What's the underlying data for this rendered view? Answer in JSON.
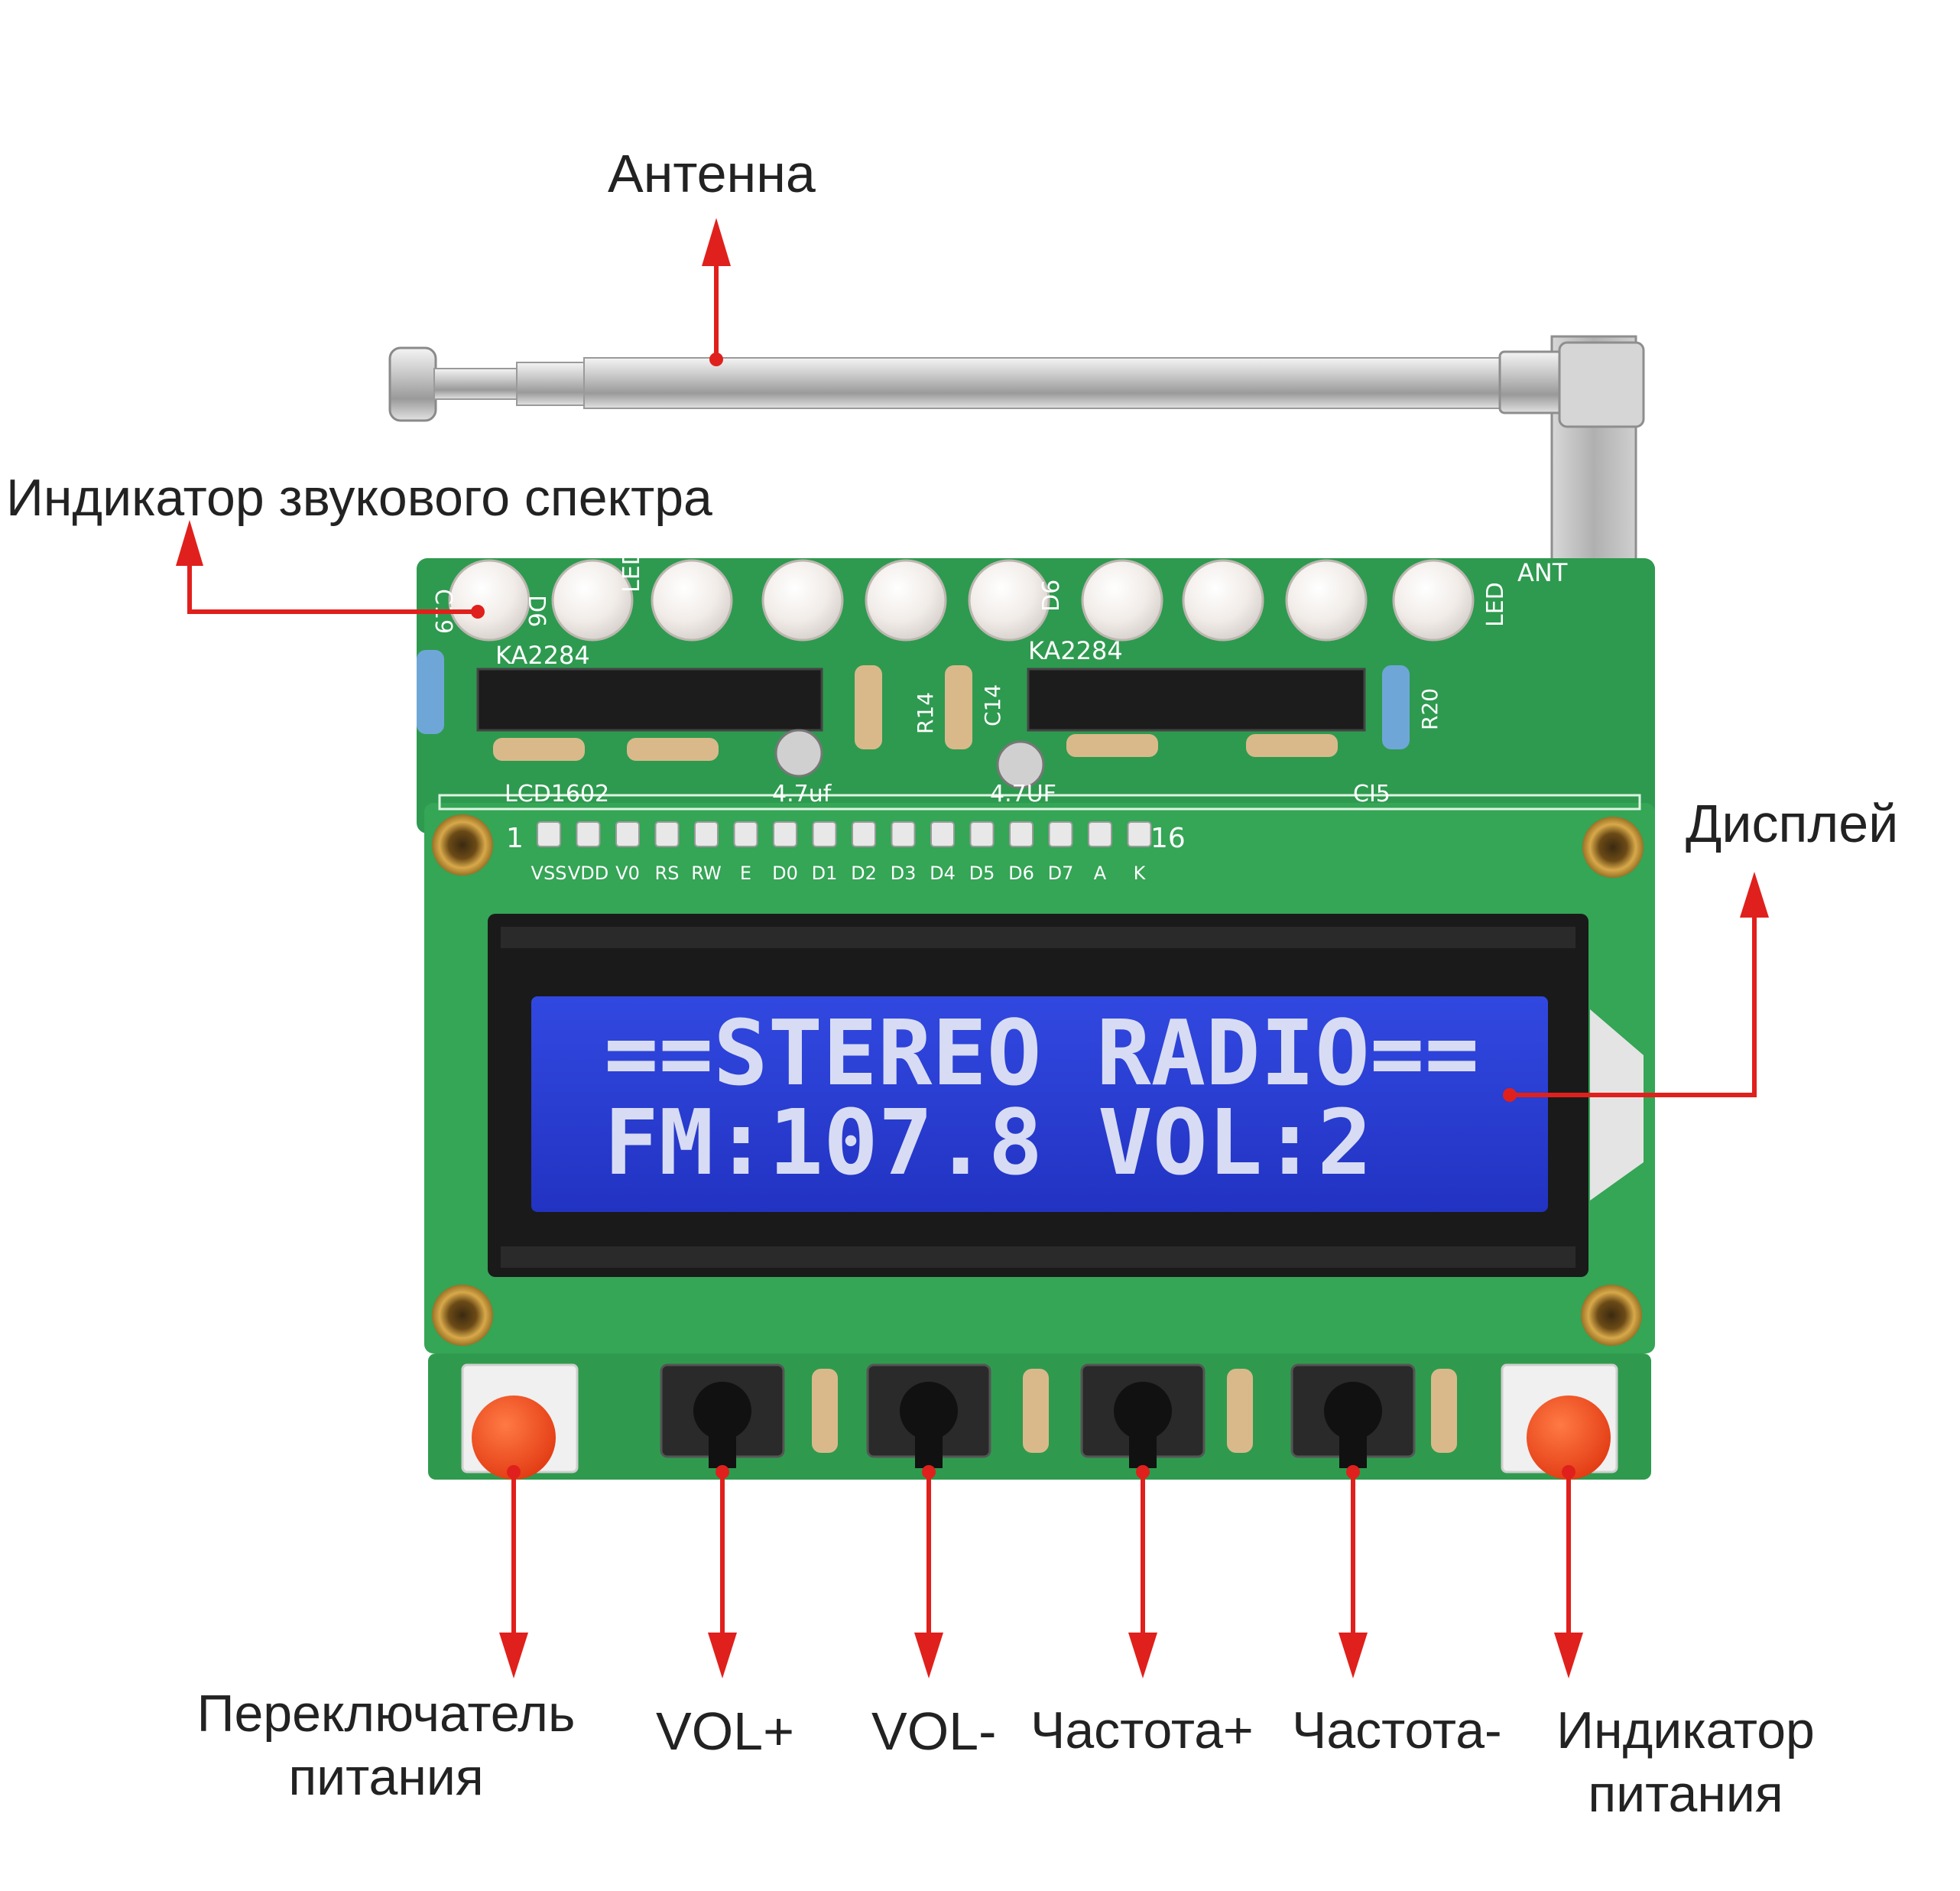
{
  "labels": {
    "antenna": "Антенна",
    "spectrum_indicator": "Индикатор звукового спектра",
    "display": "Дисплей",
    "power_switch": [
      "Переключатель",
      "питания"
    ],
    "vol_plus": "VOL+",
    "vol_minus": "VOL-",
    "freq_plus": "Частота+",
    "freq_minus": "Частота-",
    "power_indicator": [
      "Индикатор",
      "питания"
    ]
  },
  "board": {
    "ic_left": "KA2284",
    "ic_right": "KA2284",
    "lcd_header": "LCD1602",
    "cap_left": "4.7uf",
    "cap_right": "4.7UF",
    "cap_ci5": "CI5",
    "ant": "ANT",
    "led_label_1": "LED",
    "led_label_2": "LED",
    "silk_c19": "C19",
    "silk_d6a": "D6",
    "silk_d6b": "D6",
    "silk_r14": "R14",
    "silk_c14": "C14",
    "silk_r20": "R20",
    "pin_first": "1",
    "pin_last": "16",
    "pins": [
      "VSS",
      "VDD",
      "V0",
      "RS",
      "RW",
      "E",
      "D0",
      "D1",
      "D2",
      "D3",
      "D4",
      "D5",
      "D6",
      "D7",
      "A",
      "K"
    ]
  },
  "lcd": {
    "line1": "==STEREO RADIO==",
    "line2": "FM:107.8 VOL:2"
  },
  "colors": {
    "pcb": "#2e9a4f",
    "lcd_bg": "#2b3fd1",
    "arrow": "#e0201c",
    "button_red": "#f04b20"
  }
}
